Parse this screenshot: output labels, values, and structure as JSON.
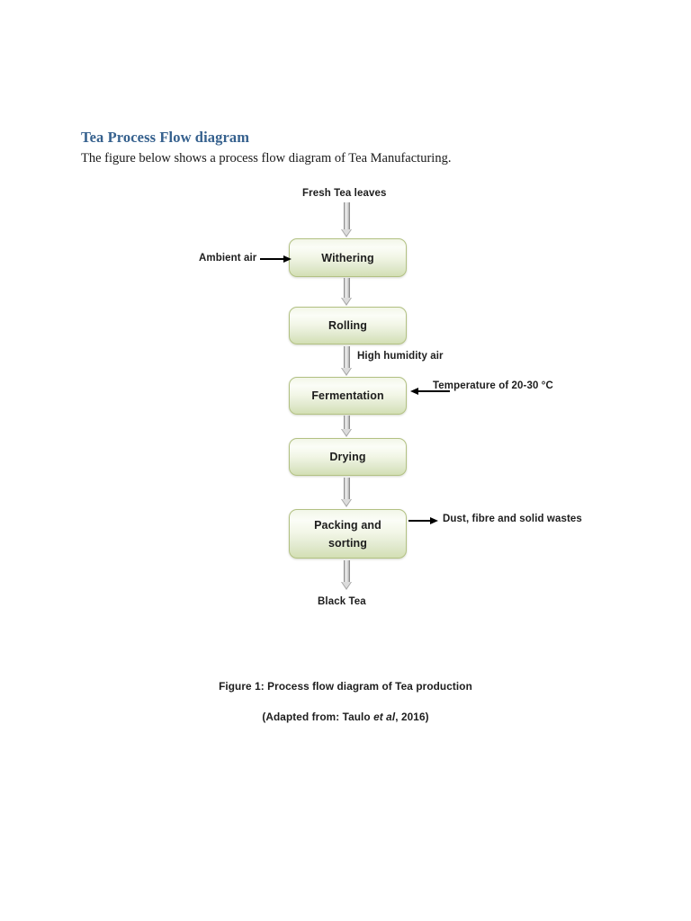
{
  "document": {
    "heading": "Tea Process Flow diagram",
    "intro": "The figure below shows a process flow diagram of Tea Manufacturing."
  },
  "diagram": {
    "title": "Process flow diagram of Tea production",
    "boxes": [
      {
        "id": "withering",
        "label": "Withering"
      },
      {
        "id": "rolling",
        "label": "Rolling"
      },
      {
        "id": "fermentation",
        "label": "Fermentation"
      },
      {
        "id": "drying",
        "label": "Drying"
      },
      {
        "id": "packing",
        "label": "Packing and sorting",
        "line1": "Packing and",
        "line2": "sorting"
      }
    ],
    "streams": {
      "input_top": "Fresh Tea leaves",
      "ambient_air": "Ambient air",
      "high_humidity_air": "High humidity air",
      "temperature": "Temperature of 20-30 °C",
      "waste": "Dust, fibre and solid wastes",
      "output_bottom": "Black Tea"
    },
    "colors": {
      "box_border": "#b2c183",
      "box_fill_top": "#fbfdf7",
      "box_fill_bottom": "#d3dfb4",
      "arrow_gray": "#a8a8a8",
      "heading_blue": "#36618e",
      "text": "#1d1d1d"
    }
  },
  "caption": {
    "line1": "Figure 1: Process flow diagram of Tea production",
    "line2_prefix": "(Adapted from: Taulo ",
    "line2_italic": "et al",
    "line2_suffix": ", 2016)"
  }
}
